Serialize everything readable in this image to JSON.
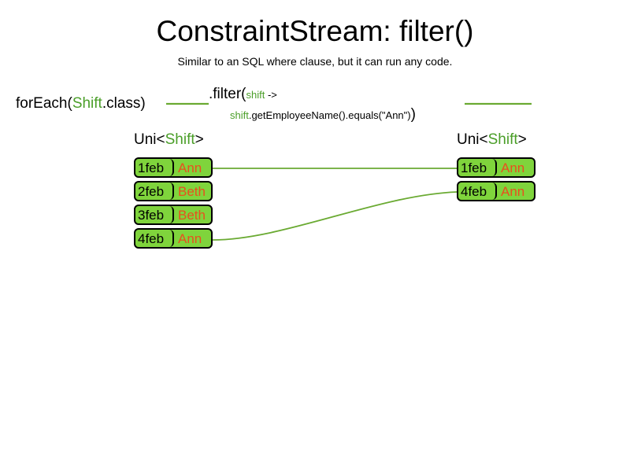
{
  "page": {
    "title": "ConstraintStream: filter()",
    "subtitle": "Similar to an SQL where clause, but it can run any code.",
    "background": "#ffffff"
  },
  "colors": {
    "keyword_green": "#4a9e28",
    "tuple_fill": "#7fd43c",
    "tuple_border": "#000000",
    "name_text": "#e8501e",
    "connector_line": "#6aaa32"
  },
  "code": {
    "for_each": {
      "prefix": "forEach(",
      "type": "Shift",
      "suffix": ".class)"
    },
    "filter": {
      "prefix": ".filter(",
      "lambda_param": "shift",
      "arrow": " ->",
      "body_var": "shift",
      "body_rest": ".getEmployeeName().equals(\"Ann\")",
      "close_paren": ")"
    }
  },
  "streams": {
    "left": {
      "caption_prefix": "Uni<",
      "caption_type": "Shift",
      "caption_suffix": ">",
      "rows": [
        {
          "date": "1feb",
          "name": "Ann"
        },
        {
          "date": "2feb",
          "name": "Beth"
        },
        {
          "date": "3feb",
          "name": "Beth"
        },
        {
          "date": "4feb",
          "name": "Ann"
        }
      ]
    },
    "right": {
      "caption_prefix": "Uni<",
      "caption_type": "Shift",
      "caption_suffix": ">",
      "rows": [
        {
          "date": "1feb",
          "name": "Ann"
        },
        {
          "date": "4feb",
          "name": "Ann"
        }
      ]
    }
  },
  "connectors": [
    {
      "name": "foreach-to-filter-line"
    },
    {
      "name": "filter-to-output-line"
    },
    {
      "name": "row1-to-row1-link"
    },
    {
      "name": "row4-to-row2-link"
    }
  ]
}
